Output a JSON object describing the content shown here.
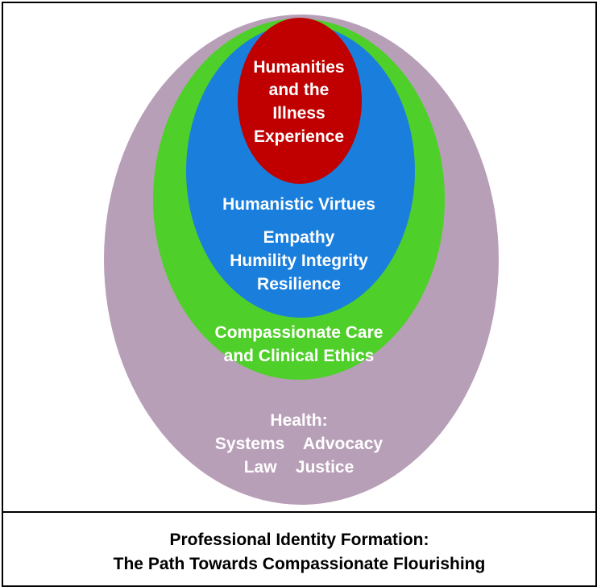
{
  "colors": {
    "outer": "#b89fb8",
    "green": "#4fcf2a",
    "blue": "#1a7fdc",
    "red": "#c00000",
    "outer_text": "#f4ecf4",
    "inner_text": "#ffffff"
  },
  "rings": {
    "red": {
      "lines": [
        "Humanities",
        "and the",
        "Illness",
        "Experience"
      ]
    },
    "blue": {
      "heading": "Humanistic Virtues",
      "lines": [
        "Empathy",
        "Humility Integrity",
        "Resilience"
      ]
    },
    "green": {
      "lines": [
        "Compassionate Care",
        "and Clinical Ethics"
      ]
    },
    "outer": {
      "lines": [
        "Health:",
        "Systems    Advocacy",
        "Law    Justice"
      ]
    }
  },
  "caption": {
    "line1": "Professional Identity Formation:",
    "line2": "The Path Towards Compassionate Flourishing"
  }
}
